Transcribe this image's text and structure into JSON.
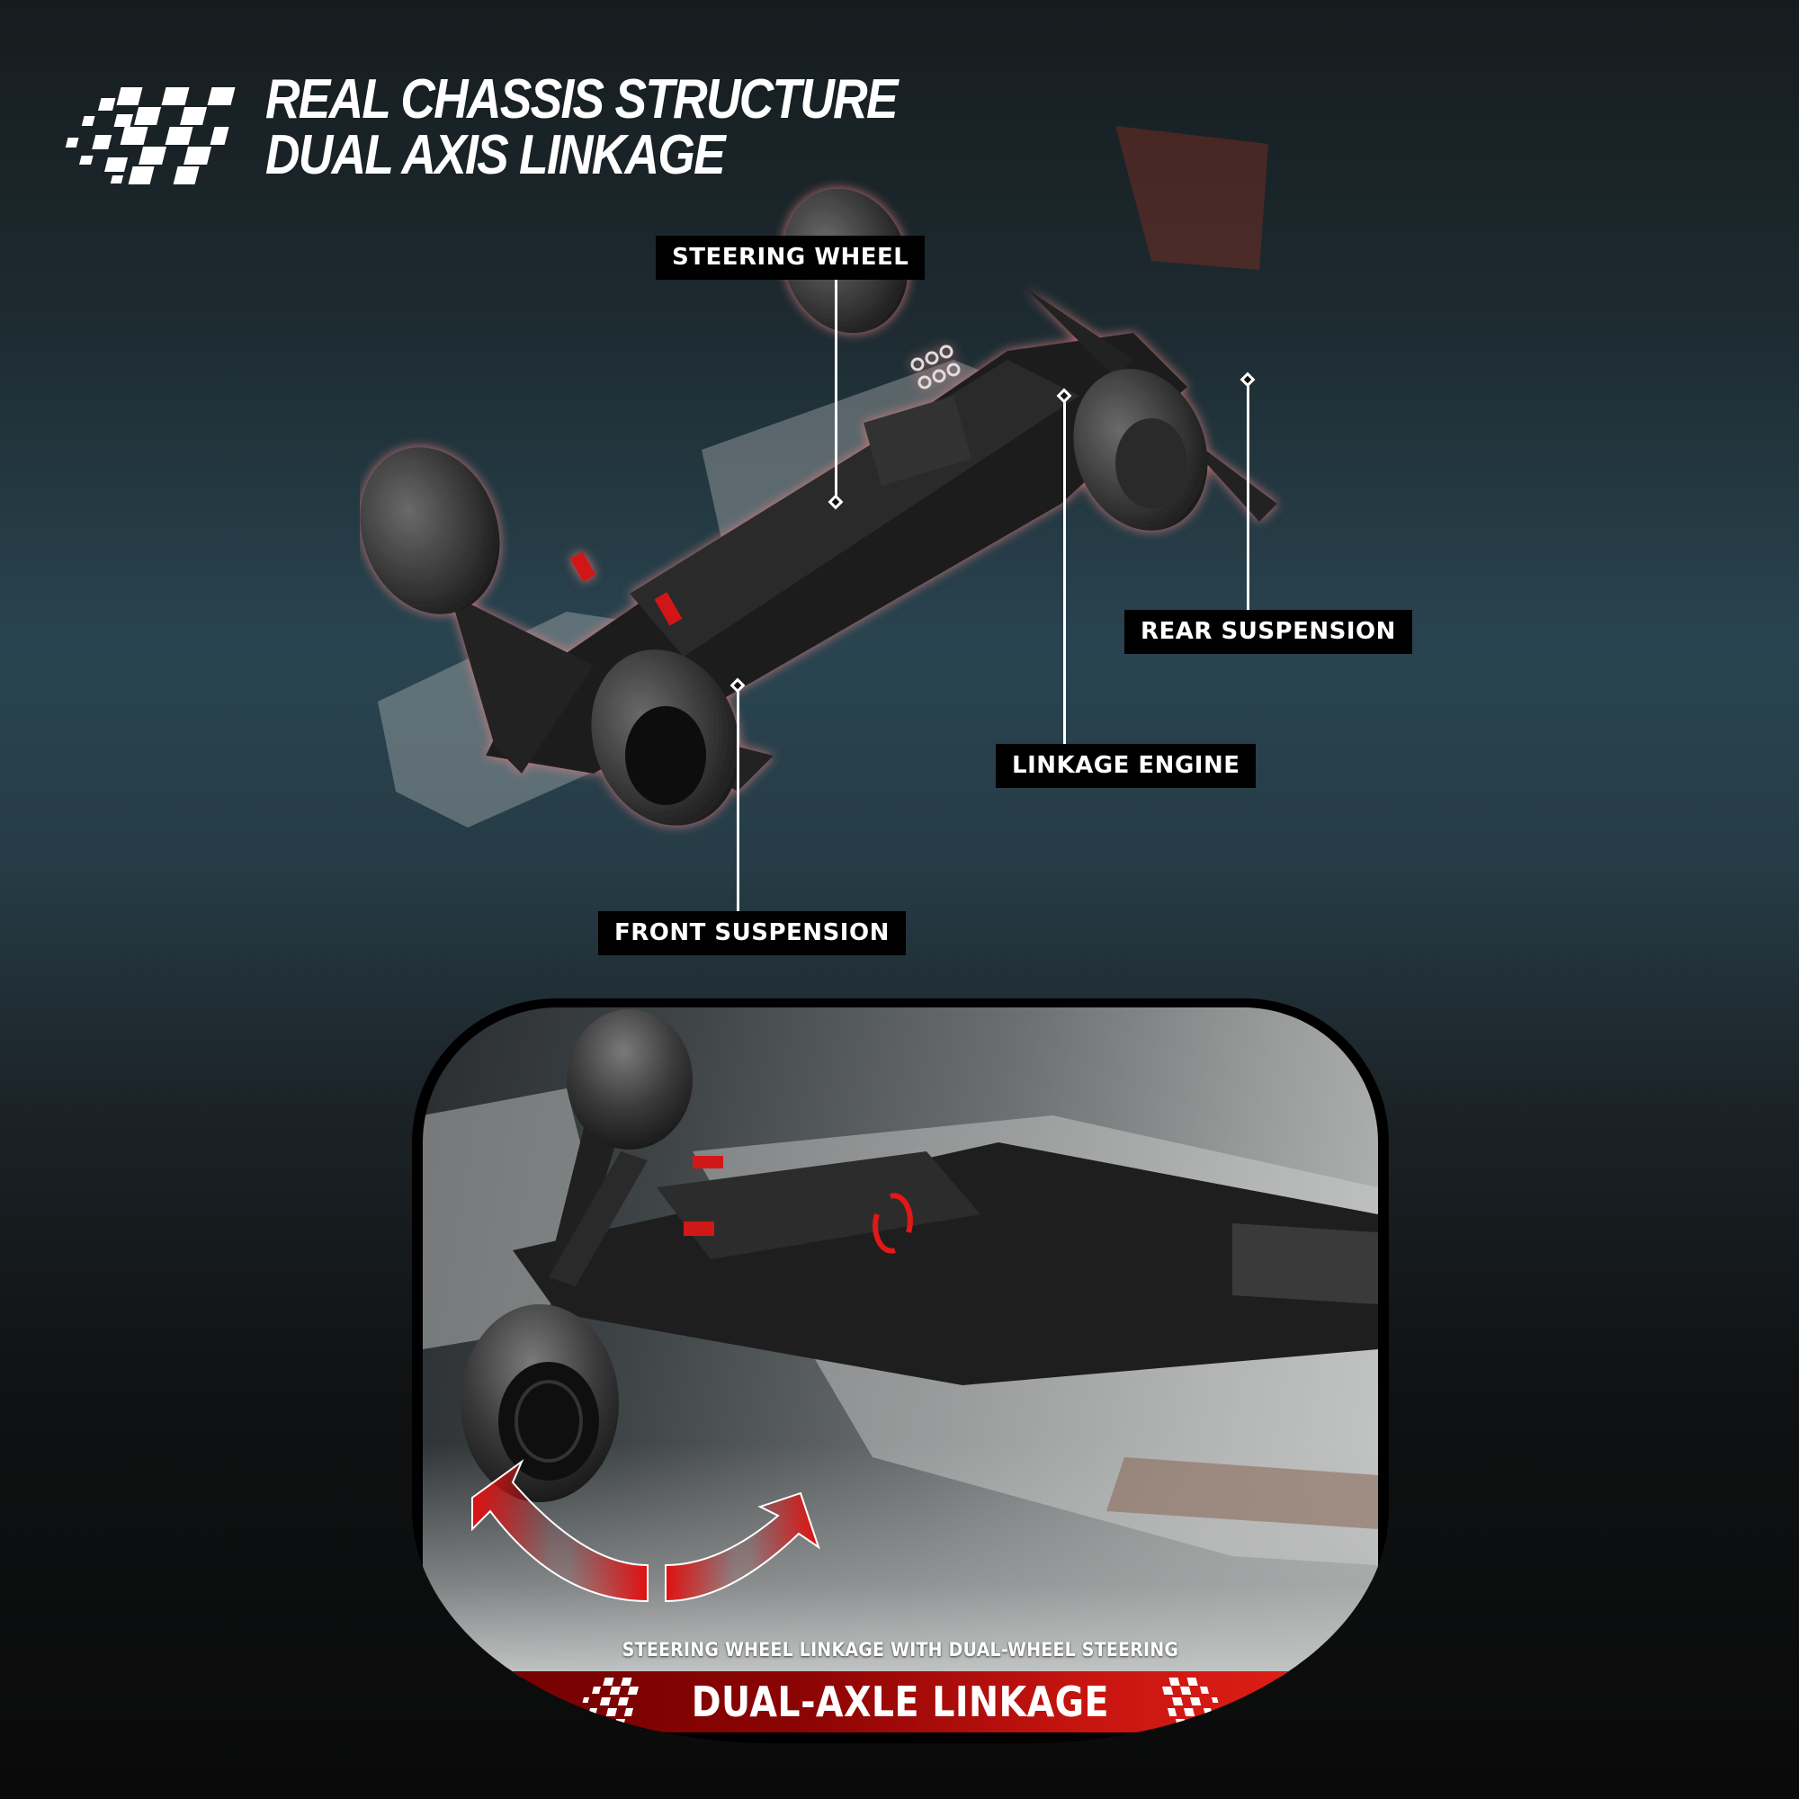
{
  "header": {
    "title_line1": "REAL CHASSIS STRUCTURE",
    "title_line2": "DUAL AXIS LINKAGE",
    "icon": "checkered-flag-icon"
  },
  "top_section": {
    "image_alt": "Black chassis of F1-style brick racing car shown from above with translucent white bodywork behind",
    "callouts": [
      {
        "label": "STEERING WHEEL"
      },
      {
        "label": "REAR SUSPENSION"
      },
      {
        "label": "LINKAGE ENGINE"
      },
      {
        "label": "FRONT SUSPENSION"
      }
    ]
  },
  "bottom_section": {
    "image_alt": "Close-up of front wheel steering linkage with red curved arrows showing steering direction",
    "caption": "STEERING WHEEL LINKAGE WITH DUAL-WHEEL STEERING",
    "banner_label": "DUAL-AXLE  LINKAGE",
    "banner_icon": "checkered-flag-icon",
    "arrow_icon": "steering-arrow-icon",
    "rotate_icon": "rotate-arrows-icon"
  },
  "colors": {
    "accent_red": "#e52218",
    "dark_red": "#6e0000",
    "label_bg": "#000000",
    "glow": "#e07070"
  }
}
